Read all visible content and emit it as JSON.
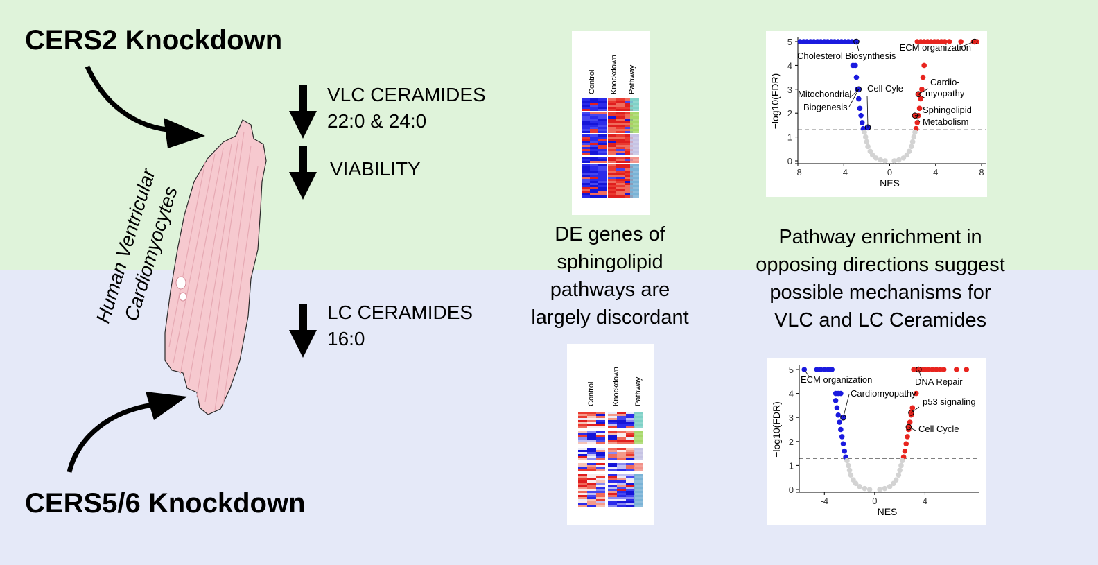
{
  "titles": {
    "top": "CERS2 Knockdown",
    "bottom": "CERS5/6 Knockdown"
  },
  "cell_label": [
    "Human Ventricular",
    "Cardiomyocytes"
  ],
  "effects": {
    "vlc": [
      "VLC CERAMIDES",
      "22:0 & 24:0"
    ],
    "viability": "VIABILITY",
    "lc": [
      "LC CERAMIDES",
      "16:0"
    ]
  },
  "captions": {
    "heatmap": [
      "DE genes of",
      "sphingolipid",
      "pathways are",
      "largely discordant"
    ],
    "pathway": [
      "Pathway enrichment in",
      "opposing directions suggest",
      "possible mechanisms for",
      "VLC and LC Ceramides"
    ]
  },
  "heatmap_columns": [
    "Control",
    "Knockdown",
    "Pathway"
  ],
  "colors": {
    "top_bg": "#dff3da",
    "bottom_bg": "#e5e9f8",
    "down": "#1a1adf",
    "up": "#e8241e",
    "ns": "#d3d3d3",
    "cell": "#f6c9cf"
  },
  "chart_data": [
    {
      "type": "scatter",
      "title": "",
      "xlabel": "NES",
      "ylabel": "−log10(FDR)",
      "xlim": [
        -8,
        8
      ],
      "ylim": [
        0,
        5
      ],
      "xticks": [
        -8,
        -4,
        0,
        4,
        8
      ],
      "yticks": [
        0,
        1,
        2,
        3,
        4,
        5
      ],
      "threshold_y": 1.3,
      "annotations": [
        {
          "text": "Cholesterol Biosynthesis",
          "x": -2.9,
          "y": 5
        },
        {
          "text": "ECM organization",
          "x": 7.4,
          "y": 5
        },
        {
          "text": "Mitochondrial",
          "x": -2.7,
          "y": 3.0
        },
        {
          "text": "Biogenesis",
          "x": -2.7,
          "y": 3.0
        },
        {
          "text": "Cell Cyle",
          "x": -1.9,
          "y": 1.4
        },
        {
          "text": "Cardio-",
          "x": 2.5,
          "y": 2.8
        },
        {
          "text": "myopathy",
          "x": 2.5,
          "y": 2.8
        },
        {
          "text": "Sphingolipid",
          "x": 2.2,
          "y": 1.9
        },
        {
          "text": "Metabolism",
          "x": 2.2,
          "y": 1.9
        }
      ],
      "series": [
        {
          "color": "down",
          "points": [
            [
              -7.8,
              5
            ],
            [
              -7.5,
              5
            ],
            [
              -7.2,
              5
            ],
            [
              -6.9,
              5
            ],
            [
              -6.6,
              5
            ],
            [
              -6.3,
              5
            ],
            [
              -6.0,
              5
            ],
            [
              -5.7,
              5
            ],
            [
              -5.4,
              5
            ],
            [
              -5.1,
              5
            ],
            [
              -4.8,
              5
            ],
            [
              -4.5,
              5
            ],
            [
              -4.2,
              5
            ],
            [
              -3.9,
              5
            ],
            [
              -3.6,
              5
            ],
            [
              -3.3,
              5
            ],
            [
              -3.0,
              5
            ],
            [
              -3.2,
              4
            ],
            [
              -3.0,
              4
            ],
            [
              -2.9,
              3.5
            ],
            [
              -2.8,
              3.0
            ],
            [
              -2.7,
              2.6
            ],
            [
              -2.6,
              2.2
            ],
            [
              -2.5,
              1.9
            ],
            [
              -2.4,
              1.6
            ],
            [
              -2.3,
              1.35
            ]
          ]
        },
        {
          "color": "up",
          "points": [
            [
              2.3,
              1.35
            ],
            [
              2.4,
              1.6
            ],
            [
              2.5,
              1.9
            ],
            [
              2.6,
              2.2
            ],
            [
              2.7,
              2.6
            ],
            [
              2.8,
              3.0
            ],
            [
              2.9,
              3.5
            ],
            [
              3.0,
              4.0
            ],
            [
              2.4,
              5
            ],
            [
              2.7,
              5
            ],
            [
              3.0,
              5
            ],
            [
              3.3,
              5
            ],
            [
              3.6,
              5
            ],
            [
              3.9,
              5
            ],
            [
              4.2,
              5
            ],
            [
              4.5,
              5
            ],
            [
              4.8,
              5
            ],
            [
              5.2,
              5
            ],
            [
              6.2,
              5
            ],
            [
              7.3,
              5
            ],
            [
              7.6,
              5
            ]
          ]
        },
        {
          "color": "ns",
          "points": [
            [
              -2.2,
              1.2
            ],
            [
              -2.1,
              1.0
            ],
            [
              -2.0,
              0.8
            ],
            [
              -1.9,
              0.6
            ],
            [
              -1.7,
              0.4
            ],
            [
              -1.5,
              0.25
            ],
            [
              -1.2,
              0.12
            ],
            [
              -0.8,
              0.04
            ],
            [
              -0.4,
              0.0
            ],
            [
              0.4,
              0.0
            ],
            [
              0.8,
              0.04
            ],
            [
              1.2,
              0.12
            ],
            [
              1.5,
              0.25
            ],
            [
              1.7,
              0.4
            ],
            [
              1.9,
              0.6
            ],
            [
              2.0,
              0.8
            ],
            [
              2.1,
              1.0
            ],
            [
              2.2,
              1.2
            ]
          ]
        },
        {
          "color": "marked",
          "points": [
            [
              -2.9,
              5
            ],
            [
              7.4,
              5
            ],
            [
              -2.7,
              3.0
            ],
            [
              -1.9,
              1.4
            ],
            [
              2.5,
              2.8
            ],
            [
              2.2,
              1.9
            ]
          ]
        }
      ]
    },
    {
      "type": "scatter",
      "title": "",
      "xlabel": "NES",
      "ylabel": "−log10(FDR)",
      "xlim": [
        -6,
        8
      ],
      "ylim": [
        0,
        5
      ],
      "xticks": [
        -4,
        0,
        4
      ],
      "yticks": [
        0,
        1,
        2,
        3,
        4,
        5
      ],
      "threshold_y": 1.3,
      "annotations": [
        {
          "text": "ECM organization",
          "x": -5.6,
          "y": 5
        },
        {
          "text": "DNA Repair",
          "x": 3.5,
          "y": 5
        },
        {
          "text": "Cardiomyopathy",
          "x": -2.5,
          "y": 3.0
        },
        {
          "text": "p53 signaling",
          "x": 2.9,
          "y": 3.2
        },
        {
          "text": "Cell Cycle",
          "x": 2.7,
          "y": 2.6
        }
      ],
      "series": [
        {
          "color": "down",
          "points": [
            [
              -5.6,
              5
            ],
            [
              -4.6,
              5
            ],
            [
              -4.3,
              5
            ],
            [
              -4.0,
              5
            ],
            [
              -3.7,
              5
            ],
            [
              -3.4,
              5
            ],
            [
              -3.1,
              4
            ],
            [
              -2.9,
              4
            ],
            [
              -2.7,
              4
            ],
            [
              -3.1,
              3.7
            ],
            [
              -3.0,
              3.4
            ],
            [
              -2.9,
              3.1
            ],
            [
              -2.8,
              2.8
            ],
            [
              -2.7,
              2.5
            ],
            [
              -2.6,
              2.2
            ],
            [
              -2.5,
              1.9
            ],
            [
              -2.4,
              1.6
            ],
            [
              -2.3,
              1.35
            ]
          ]
        },
        {
          "color": "up",
          "points": [
            [
              2.3,
              1.35
            ],
            [
              2.4,
              1.6
            ],
            [
              2.5,
              1.9
            ],
            [
              2.6,
              2.2
            ],
            [
              2.7,
              2.5
            ],
            [
              2.8,
              2.8
            ],
            [
              2.9,
              3.1
            ],
            [
              3.0,
              3.4
            ],
            [
              3.3,
              4.0
            ],
            [
              3.1,
              5
            ],
            [
              3.4,
              5
            ],
            [
              3.7,
              5
            ],
            [
              4.0,
              5
            ],
            [
              4.3,
              5
            ],
            [
              4.6,
              5
            ],
            [
              4.9,
              5
            ],
            [
              5.2,
              5
            ],
            [
              5.5,
              5
            ],
            [
              6.5,
              5
            ],
            [
              7.3,
              5
            ]
          ]
        },
        {
          "color": "ns",
          "points": [
            [
              -2.2,
              1.2
            ],
            [
              -2.1,
              1.0
            ],
            [
              -2.0,
              0.8
            ],
            [
              -1.9,
              0.6
            ],
            [
              -1.7,
              0.4
            ],
            [
              -1.5,
              0.25
            ],
            [
              -1.2,
              0.12
            ],
            [
              -0.8,
              0.04
            ],
            [
              -0.4,
              0.0
            ],
            [
              0.4,
              0.0
            ],
            [
              0.8,
              0.04
            ],
            [
              1.2,
              0.12
            ],
            [
              1.5,
              0.25
            ],
            [
              1.7,
              0.4
            ],
            [
              1.9,
              0.6
            ],
            [
              2.0,
              0.8
            ],
            [
              2.1,
              1.0
            ],
            [
              2.2,
              1.2
            ]
          ]
        },
        {
          "color": "marked",
          "points": [
            [
              3.5,
              5
            ],
            [
              2.9,
              3.2
            ],
            [
              2.7,
              2.6
            ],
            [
              -2.5,
              3.0
            ]
          ]
        }
      ]
    }
  ]
}
